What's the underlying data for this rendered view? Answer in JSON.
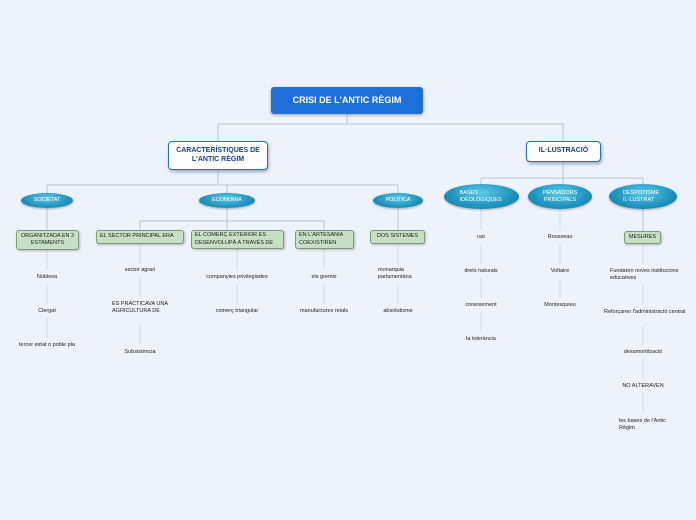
{
  "root": "CRISI DE L'ANTIC RÈGIM",
  "main": {
    "caracteristiques": "CARACTERÍSTIQUES DE L'ANTIC RÈGIM",
    "illustracio": "IL·LUSTRACIÓ"
  },
  "categories": {
    "societat": "SOCIETAT",
    "economia": "ECONOMIA",
    "politica": "POLÍTICA",
    "bases": "BASES IDEOLÒGIQUES",
    "pensadors": "PENSADORS PRINCIPALS",
    "despotisme": "DESPOTISME IL·LUSTRAT"
  },
  "boxes": {
    "estaments": "ORGANITZADA EN 3 ESTAMENTS",
    "sector": "EL SECTOR PRINCIPAL ERA",
    "comerc": "EL COMERÇ EXTERIOR ES DESENVOLUPÀ A TRAVÉS DE",
    "artesania": "EN L'ARTESANIA COEXISTIREN",
    "sistemes": "DOS SISTEMES",
    "mesures": "MESURES"
  },
  "leaves": {
    "noblesa": "Noblesa",
    "clergat": "Clergat",
    "tercer": "tercer estat o poble pla",
    "agrari": "sector agrari",
    "practicava": "ES PRACTICAVA UNA AGRICULTURA DE",
    "subsistencia": "Subsistència",
    "companyies": "companyies privilegiades",
    "triangular": "comerç triangular",
    "gremis": "els gremis",
    "manufactures": "manufactures reials",
    "monarquia": "monarquia parlamentària",
    "absolutisme": "absolutisme",
    "rao": "raó",
    "drets": "drets naturals",
    "coneixement": "coneixement",
    "tolerancia": "la tolerància",
    "rousseau": "Rousseau",
    "voltaire": "Voltaire",
    "montesquieu": "Montesquieu",
    "fundaren": "Fundaren noves institucions educatives",
    "reforcaren": "Reforçaren l'administració central",
    "desamortitzacio": "desamortització",
    "noalteraven": "NO ALTERAVEN",
    "bases_antic": "les bases de l'Antic Règim"
  }
}
